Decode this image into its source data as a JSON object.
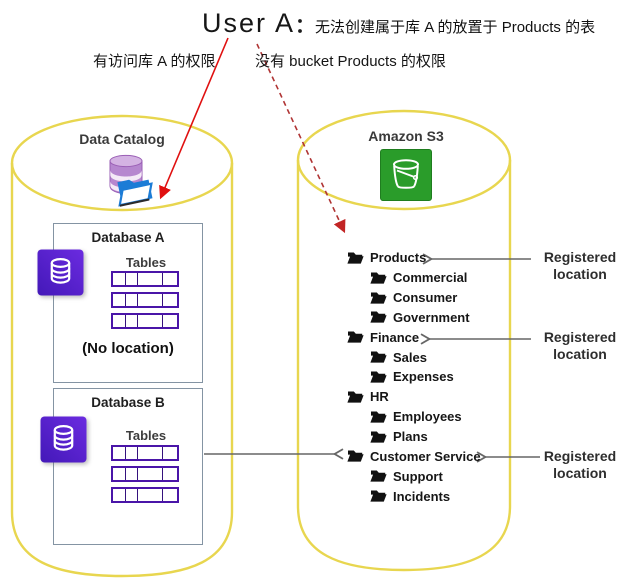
{
  "header": {
    "user": "User A",
    "colon": "：",
    "claim": "无法创建属于库 A 的放置于 Products 的表",
    "perm_db": "有访问库 A 的权限",
    "perm_bucket": "没有 bucket Products 的权限"
  },
  "catalog": {
    "title": "Data Catalog",
    "databases": [
      {
        "name": "Database A",
        "tables_label": "Tables",
        "table_count": 3,
        "note": "(No location)"
      },
      {
        "name": "Database B",
        "tables_label": "Tables",
        "table_count": 3
      }
    ]
  },
  "s3": {
    "title": "Amazon S3",
    "tree": [
      {
        "label": "Products",
        "level": 0,
        "registered": true
      },
      {
        "label": "Commercial",
        "level": 1
      },
      {
        "label": "Consumer",
        "level": 1
      },
      {
        "label": "Government",
        "level": 1
      },
      {
        "label": "Finance",
        "level": 0,
        "registered": true
      },
      {
        "label": "Sales",
        "level": 1
      },
      {
        "label": "Expenses",
        "level": 1
      },
      {
        "label": "HR",
        "level": 0
      },
      {
        "label": "Employees",
        "level": 1
      },
      {
        "label": "Plans",
        "level": 1
      },
      {
        "label": "Customer Service",
        "level": 0,
        "registered": true
      },
      {
        "label": "Support",
        "level": 1
      },
      {
        "label": "Incidents",
        "level": 1
      }
    ]
  },
  "registered": {
    "line1": "Registered",
    "line2": "location"
  },
  "icons": {
    "catalog": "database-folder-icon",
    "s3": "s3-bucket-icon",
    "database": "database-icon",
    "folder": "folder-icon"
  },
  "colors": {
    "cylinder_outline": "#e8d64f",
    "red_arrow": "#e01010",
    "dashed_red_arrow": "#b03434",
    "gray_arrow": "#666666",
    "table_purple": "#4a15a8",
    "db_icon_gradient": [
      "#4318b8",
      "#6b2be0"
    ],
    "s3_green": "#2a9c2a",
    "folder_blue": "#1c7cd6",
    "box_border": "#8494a3"
  }
}
